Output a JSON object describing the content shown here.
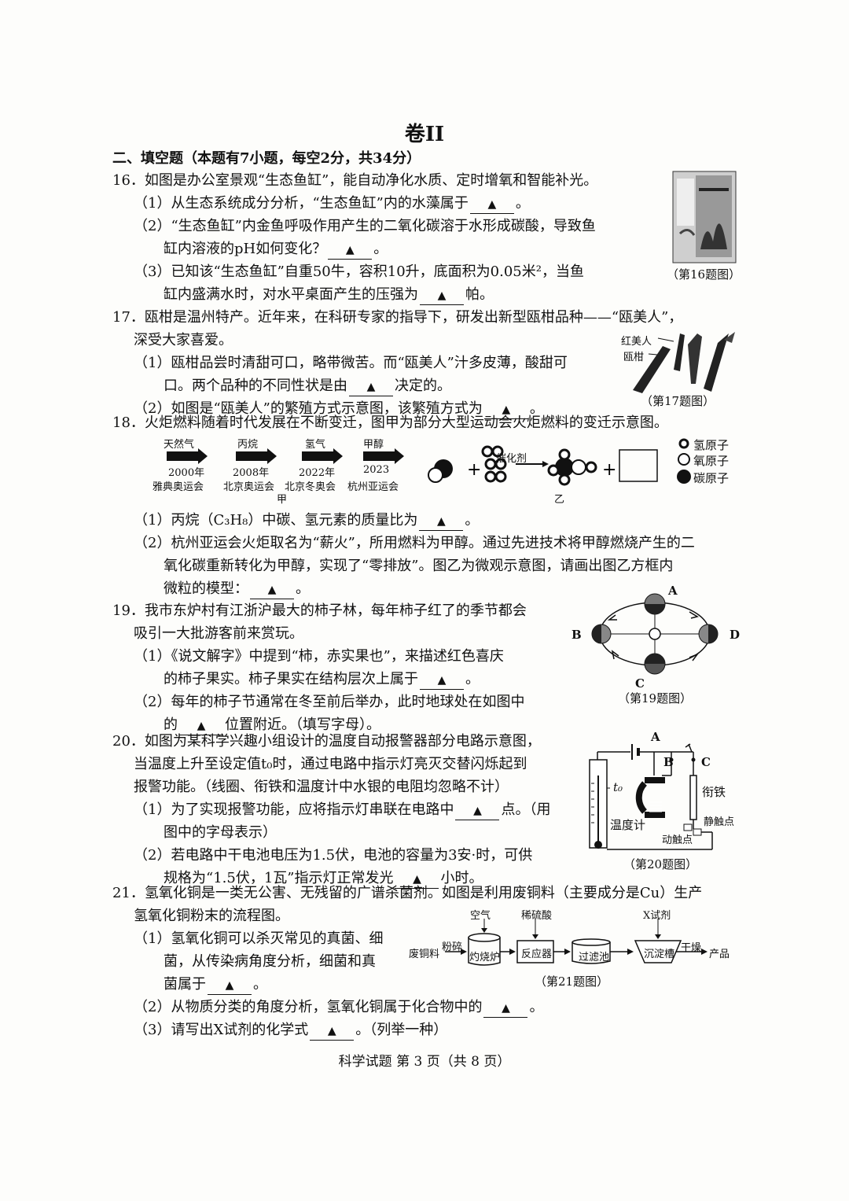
{
  "title": "卷II",
  "section": "二、填空题（本题有7小题，每空2分，共34分）",
  "blank_marker": "▲",
  "q16": {
    "stem": "16．如图是办公室景观“生态鱼缸”，能自动净化水质、定时增氧和智能补光。",
    "p1": "（1）从生态系统成分分析，“生态鱼缸”内的水藻属于",
    "p1_end": "。",
    "p2a": "（2）“生态鱼缸”内金鱼呼吸作用产生的二氧化碳溶于水形成碳酸，导致鱼",
    "p2b": "缸内溶液的pH如何变化？",
    "p2_end": "。",
    "p3a": "（3）已知该“生态鱼缸”自重50牛，容积10升，底面积为0.05米²，当鱼",
    "p3b": "缸内盛满水时，对水平桌面产生的压强为",
    "p3_end": "帕。",
    "caption": "（第16题图）"
  },
  "q17": {
    "stem1": "17．瓯柑是温州特产。近年来，在科研专家的指导下，研发出新型瓯柑品种——“瓯美人”，",
    "stem2": "深受大家喜爱。",
    "p1a": "（1）瓯柑品尝时清甜可口，略带微苦。而“瓯美人”汁多皮薄，酸甜可",
    "p1b": "口。两个品种的不同性状是由",
    "p1_end": "决定的。",
    "p2": "（2）如图是“瓯美人”的繁殖方式示意图，该繁殖方式为",
    "p2_end": "。",
    "label_a": "红美人",
    "label_b": "瓯柑",
    "caption": "（第17题图）"
  },
  "q18": {
    "stem": "18．火炬燃料随着时代发展在不断变迁，图甲为部分大型运动会火炬燃料的变迁示意图。",
    "fuels": [
      {
        "name": "天然气",
        "year": "2000年",
        "event": "雅典奥运会"
      },
      {
        "name": "丙烷",
        "year": "2008年",
        "event": "北京奥运会"
      },
      {
        "name": "氢气",
        "year": "2022年",
        "event": "北京冬奥会"
      },
      {
        "name": "甲醇",
        "year": "2023",
        "event": "杭州亚运会"
      }
    ],
    "fig_a": "甲",
    "fig_b": "乙",
    "catalyst": "催化剂",
    "legend": [
      "氢原子",
      "氧原子",
      "碳原子"
    ],
    "p1": "（1）丙烷（C₃H₈）中碳、氢元素的质量比为",
    "p1_end": "。",
    "p2a": "（2）杭州亚运会火炬取名为“薪火”，所用燃料为甲醇。通过先进技术将甲醇燃烧产生的二",
    "p2b": "氧化碳重新转化为甲醇，实现了“零排放”。图乙为微观示意图，请画出图乙方框内",
    "p2c": "微粒的模型：",
    "p2_end": "。"
  },
  "q19": {
    "stem1": "19．我市东炉村有江浙沪最大的柿子林，每年柿子红了的季节都会",
    "stem2": "吸引一大批游客前来赏玩。",
    "p1a": "（1）《说文解字》中提到“柿，赤实果也”，来描述红色喜庆",
    "p1b": "的柿子果实。柿子果实在结构层次上属于",
    "p1_end": "。",
    "p2a": "（2）每年的柿子节通常在冬至前后举办，此时地球处在如图中",
    "p2b": "的",
    "p2_end": "位置附近。（填写字母）。",
    "positions": [
      "A",
      "B",
      "C",
      "D"
    ],
    "caption": "（第19题图）"
  },
  "q20": {
    "stem1": "20．如图为某科学兴趣小组设计的温度自动报警器部分电路示意图，",
    "stem2": "当温度上升至设定值t₀时，通过电路中指示灯亮灭交替闪烁起到",
    "stem3": "报警功能。（线圈、衔铁和温度计中水银的电阻均忽略不计）",
    "p1a": "（1）为了实现报警功能，应将指示灯串联在电路中",
    "p1_end": "点。（用",
    "p1b": "图中的字母表示）",
    "p2a": "（2）若电路中干电池电压为1.5伏，电池的容量为3安·时，可供",
    "p2b": "规格为“1.5伏，1瓦”指示灯正常发光",
    "p2_end": "小时。",
    "labels": {
      "a": "A",
      "b": "B",
      "c": "C",
      "t0": "t₀",
      "armature": "衔铁",
      "thermo": "温度计",
      "static": "静触点",
      "moving": "动触点"
    },
    "caption": "（第20题图）"
  },
  "q21": {
    "stem1": "21．氢氧化铜是一类无公害、无残留的广谱杀菌剂。如图是利用废铜料（主要成分是Cu）生产",
    "stem2": "氢氧化铜粉末的流程图。",
    "p1a": "（1）氢氧化铜可以杀灭常见的真菌、细",
    "p1b": "菌，从传染病角度分析，细菌和真",
    "p1c": "菌属于",
    "p1_end": "。",
    "p2": "（2）从物质分类的角度分析，氢氧化铜属于化合物中的",
    "p2_end": "。",
    "p3": "（3）请写出X试剂的化学式",
    "p3_end": "。（列举一种）",
    "flow": {
      "input": "废铜料",
      "crush": "粉碎",
      "air": "空气",
      "acid": "稀硫酸",
      "reagent": "X试剂",
      "furnace": "灼烧炉",
      "reactor": "反应器",
      "filter": "过滤池",
      "settle": "沉淀槽",
      "dry": "干燥",
      "product": "产品"
    },
    "caption": "（第21题图）"
  },
  "footer": "科学试题 第 3 页（共 8 页）"
}
